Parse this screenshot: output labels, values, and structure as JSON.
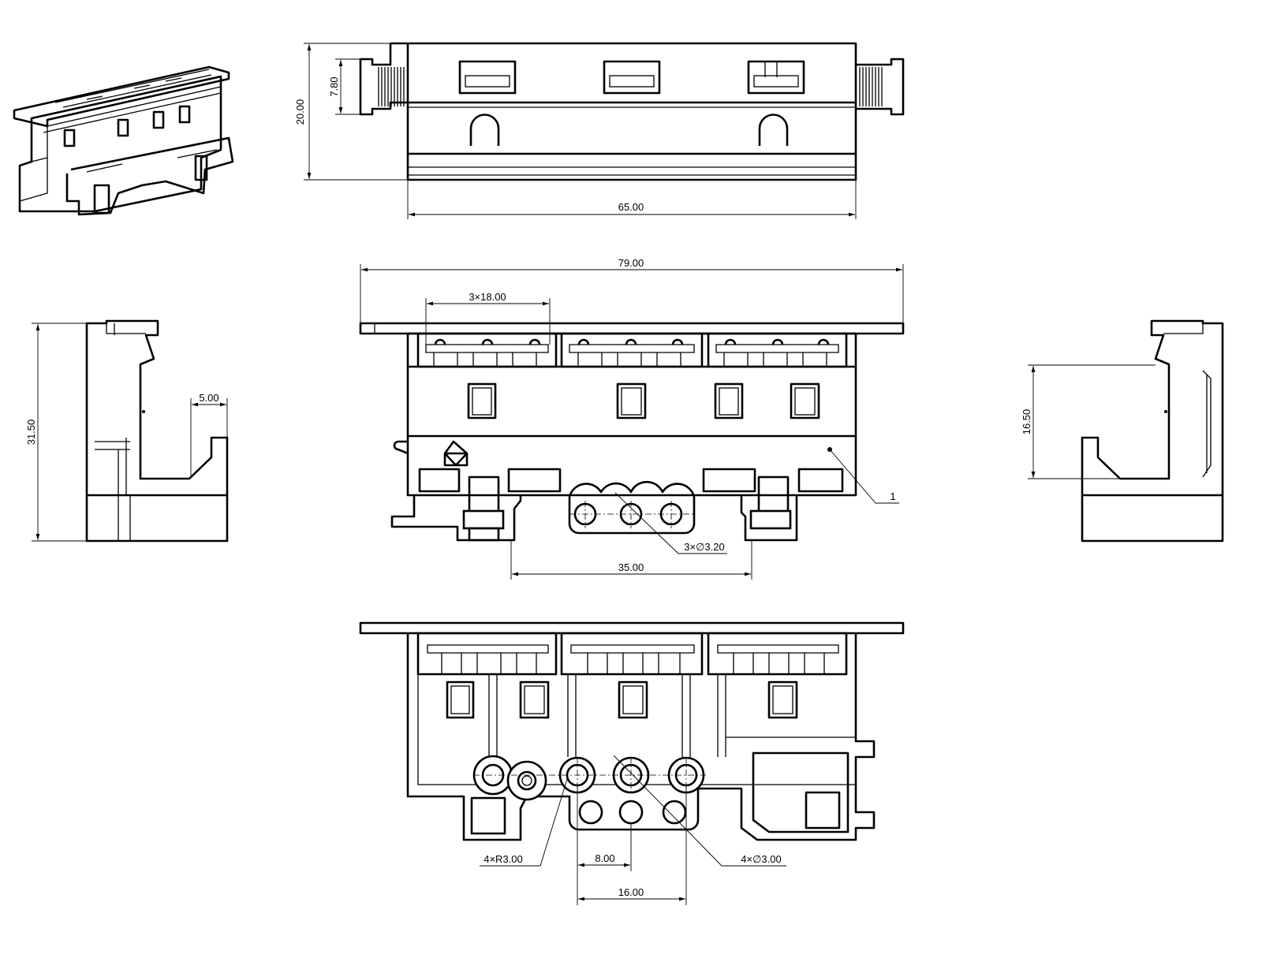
{
  "drawing": {
    "top_view": {
      "height": "20.00",
      "offset": "7.80",
      "width": "65.00"
    },
    "front_view": {
      "overall_width": "79.00",
      "pitch": "3×18.00",
      "hole_spacing": "35.00",
      "holes": "3×∅3.20",
      "callout": "1"
    },
    "left_view": {
      "height": "31.50",
      "gap": "5.00"
    },
    "right_view": {
      "height": "16.50"
    },
    "bottom_view": {
      "radius": "4×R3.00",
      "spacing_small": "8.00",
      "spacing_large": "16.00",
      "holes": "4×∅3.00"
    }
  }
}
